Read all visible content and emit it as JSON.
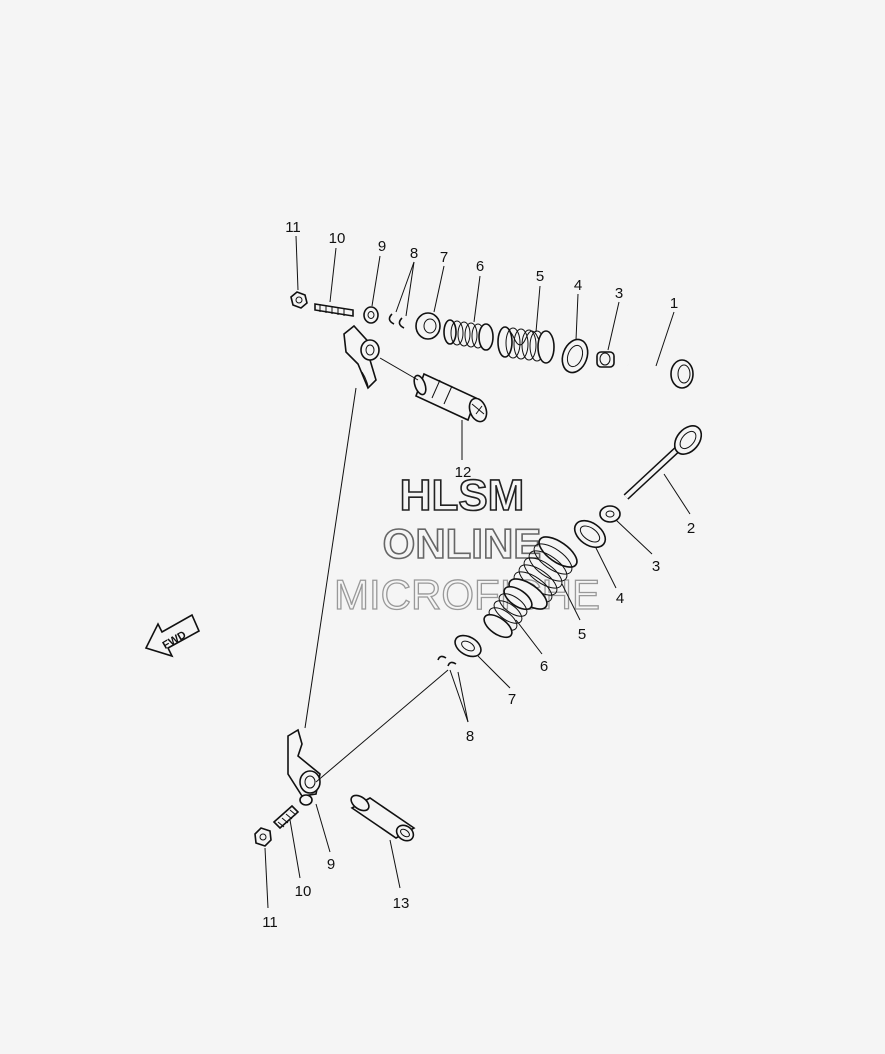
{
  "watermark": {
    "line1": "HLSM",
    "line2": "ONLINE",
    "line3": "MICROFICHE"
  },
  "fwd_label": "FWD",
  "callouts": {
    "c1": "1",
    "c2": "2",
    "c3a": "3",
    "c3b": "3",
    "c4a": "4",
    "c4b": "4",
    "c5a": "5",
    "c5b": "5",
    "c6a": "6",
    "c6b": "6",
    "c7a": "7",
    "c7b": "7",
    "c8a": "8",
    "c8b": "8",
    "c9a": "9",
    "c9b": "9",
    "c10a": "10",
    "c10b": "10",
    "c11a": "11",
    "c11b": "11",
    "c12": "12",
    "c13": "13"
  }
}
